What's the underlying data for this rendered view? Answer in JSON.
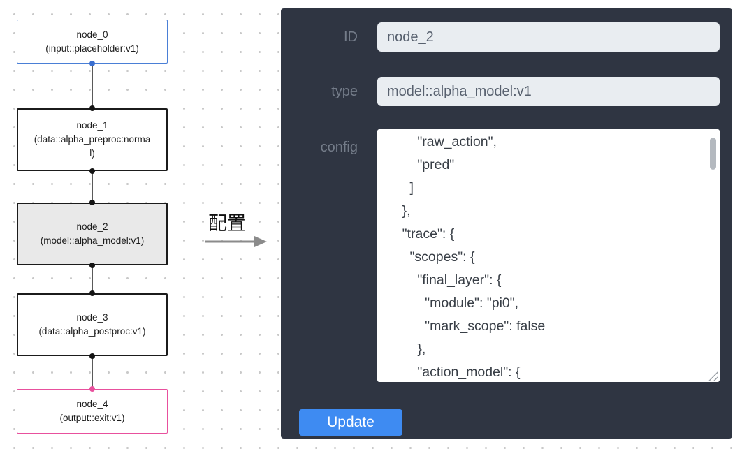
{
  "flowchart": {
    "nodes": [
      {
        "title": "node_0",
        "subtitle": "(input::placeholder:v1)"
      },
      {
        "title": "node_1",
        "subtitle": "(data::alpha_preproc:normal)"
      },
      {
        "title": "node_2",
        "subtitle": "(model::alpha_model:v1)"
      },
      {
        "title": "node_3",
        "subtitle": "(data::alpha_postproc:v1)"
      },
      {
        "title": "node_4",
        "subtitle": "(output::exit:v1)"
      }
    ]
  },
  "annotation": {
    "label": "配置"
  },
  "panel": {
    "id_field": {
      "label": "ID",
      "value": "node_2"
    },
    "type_field": {
      "label": "type",
      "value": "model::alpha_model:v1"
    },
    "config_field": {
      "label": "config",
      "text": "        \"raw_action\",\n        \"pred\"\n      ]\n    },\n    \"trace\": {\n      \"scopes\": {\n        \"final_layer\": {\n          \"module\": \"pi0\",\n          \"mark_scope\": false\n        },\n        \"action_model\": {"
    },
    "update_button": "Update"
  },
  "colors": {
    "panel_bg": "#2f3542",
    "accent_blue": "#3e8bf2",
    "input_node_border": "#4a7fd6",
    "output_node_border": "#e8509d",
    "selected_node_bg": "#e9e9e9"
  }
}
